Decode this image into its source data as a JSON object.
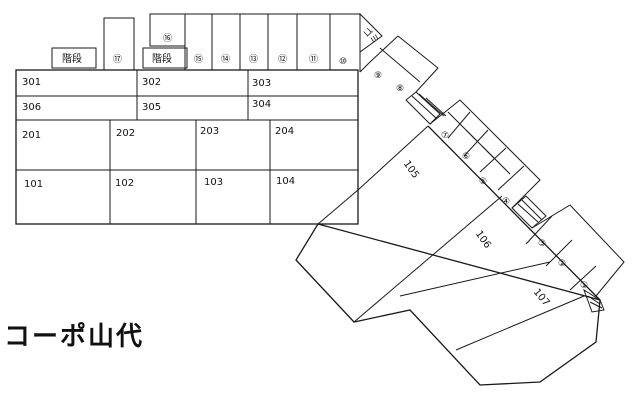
{
  "property_name": "コーポ山代",
  "stairs_label": "階段",
  "garbage_label": "ゴミ",
  "rooms": {
    "r301": "301",
    "r302": "302",
    "r303": "303",
    "r306": "306",
    "r305": "305",
    "r304": "304",
    "r201": "201",
    "r202": "202",
    "r203": "203",
    "r204": "204",
    "r101": "101",
    "r102": "102",
    "r103": "103",
    "r104": "104",
    "r105": "105",
    "r106": "106",
    "r107": "107"
  },
  "parking": {
    "p1": "①",
    "p2": "②",
    "p3": "③",
    "p4": "④",
    "p5": "⑤",
    "p6": "⑥",
    "p7": "⑦",
    "p8": "⑧",
    "p9": "⑨",
    "p10": "⑩",
    "p11": "⑪",
    "p12": "⑫",
    "p13": "⑬",
    "p14": "⑭",
    "p15": "⑮",
    "p16": "⑯",
    "p17": "⑰"
  }
}
